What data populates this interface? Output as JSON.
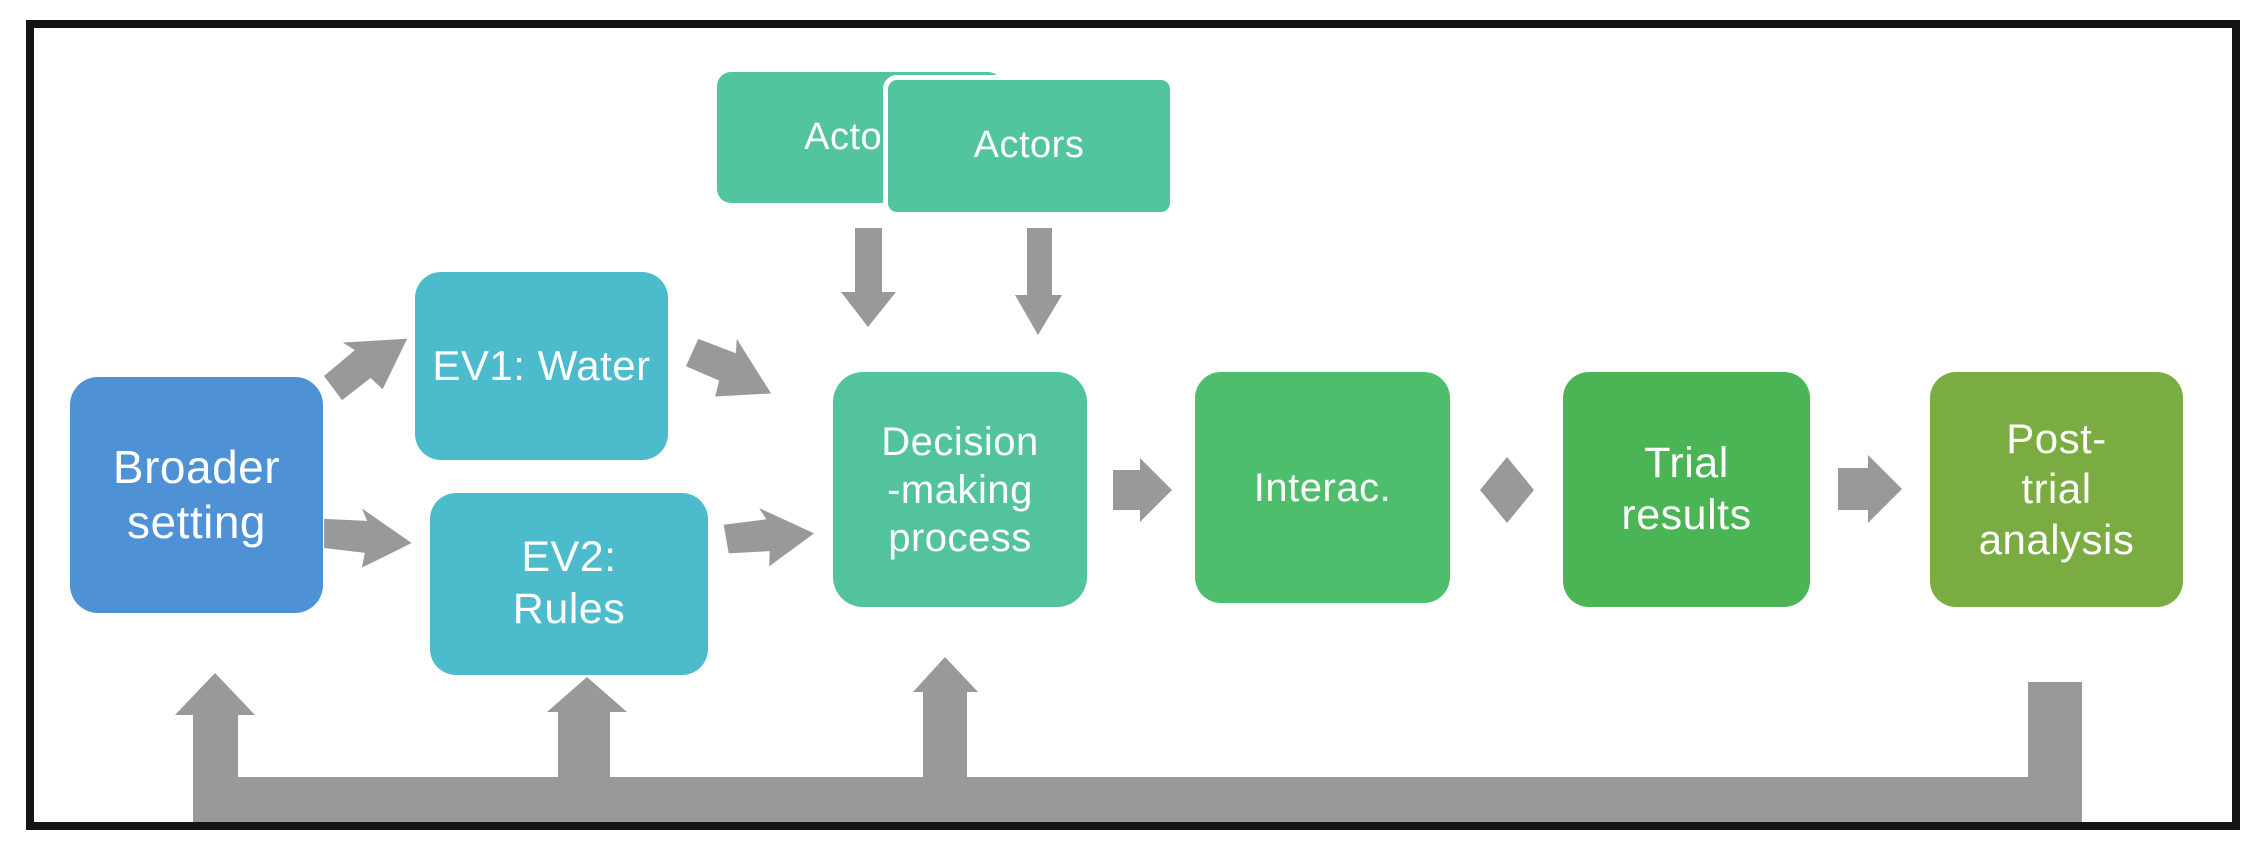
{
  "frame": {
    "border_color": "#141414",
    "background": "#ffffff"
  },
  "boxes": {
    "actors_back": {
      "label": "Actors",
      "color": "#53c4a0"
    },
    "actors_front": {
      "label": "Actors",
      "color": "#53c4a0"
    },
    "broader_setting": {
      "label": "Broader\nsetting",
      "color": "#4e91d5"
    },
    "ev1": {
      "label": "EV1: Water",
      "color": "#4cbccc"
    },
    "ev2": {
      "label": "EV2:\nRules",
      "color": "#4cbccc"
    },
    "decision": {
      "label": "Decision\n-making\nprocess",
      "color": "#52c39e"
    },
    "interac": {
      "label": "Interac.",
      "color": "#4ebe6d"
    },
    "trial_results": {
      "label": "Trial\nresults",
      "color": "#4bb556"
    },
    "post_trial": {
      "label": "Post-\ntrial\nanalysis",
      "color": "#7aac42"
    }
  },
  "arrows": {
    "broader_to_ev1": {
      "color": "#4e91d5"
    },
    "broader_to_ev2": {
      "color": "#4e91d5"
    },
    "ev1_to_decision": {
      "color": "#4cbccc"
    },
    "ev2_to_decision": {
      "color": "#49c4be"
    },
    "actors_left_down": {
      "color": "#53c4a0"
    },
    "actors_right_down": {
      "color": "#53c4a0"
    },
    "decision_to_interac": {
      "color": "#4ec06f"
    },
    "interac_trial_diamond": {
      "color": "#4bb556"
    },
    "trial_to_post": {
      "color": "#7aac42"
    },
    "feedback_up_broader": {
      "color": "#4e91d5"
    },
    "feedback_up_ev2": {
      "color": "#4bc2ba"
    },
    "feedback_up_decision": {
      "color": "#52c39e"
    }
  },
  "feedback_bar": {
    "gradient": [
      "#4e91d5",
      "#4cbccc",
      "#52c3a0",
      "#55ba6b",
      "#7aac42"
    ]
  }
}
